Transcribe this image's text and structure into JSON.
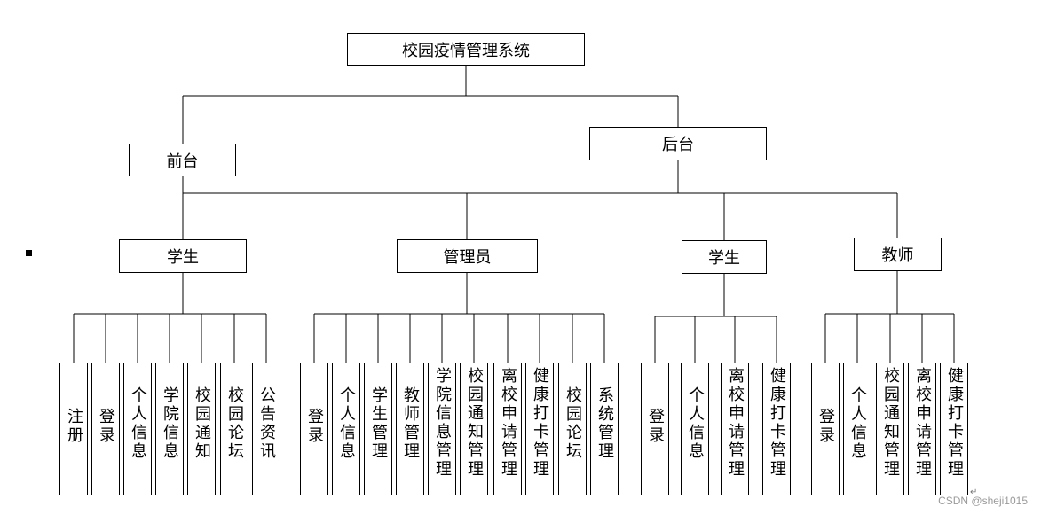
{
  "title": "校园疫情管理系统",
  "front": {
    "label": "前台",
    "groups": [
      {
        "label": "学生",
        "items": [
          "注册",
          "登录",
          "个人信息",
          "学院信息",
          "校园通知",
          "校园论坛",
          "公告资讯"
        ]
      }
    ]
  },
  "back": {
    "label": "后台",
    "groups": [
      {
        "label": "管理员",
        "items": [
          "登录",
          "个人信息",
          "学生管理",
          "教师管理",
          "学院信息管理",
          "校园通知管理",
          "离校申请管理",
          "健康打卡管理",
          "校园论坛",
          "系统管理"
        ]
      },
      {
        "label": "学生",
        "items": [
          "登录",
          "个人信息",
          "离校申请管理",
          "健康打卡管理"
        ]
      },
      {
        "label": "教师",
        "items": [
          "登录",
          "个人信息",
          "校园通知管理",
          "离校申请管理",
          "健康打卡管理"
        ]
      }
    ]
  },
  "watermark": "CSDN @sheji1015",
  "return_mark": "↵"
}
